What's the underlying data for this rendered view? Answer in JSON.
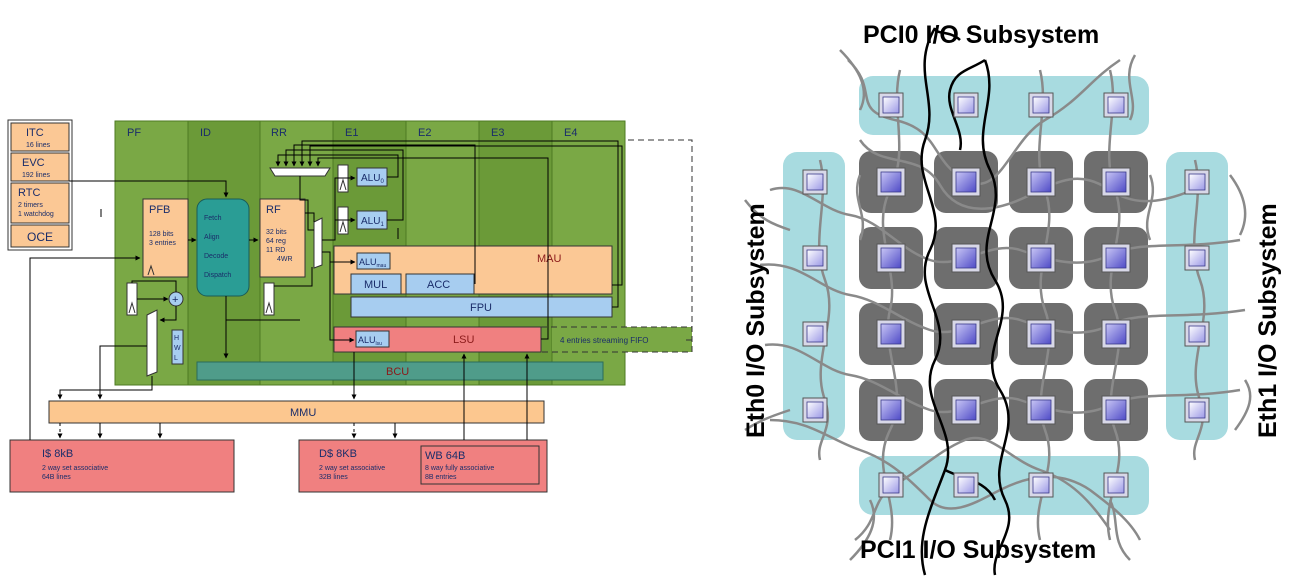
{
  "pipeline": {
    "stages": [
      "PF",
      "ID",
      "RR",
      "E1",
      "E2",
      "E3",
      "E4"
    ],
    "units": {
      "itc": {
        "name": "ITC",
        "sub": "16 lines"
      },
      "evc": {
        "name": "EVC",
        "sub": "192 lines"
      },
      "rtc": {
        "name": "RTC",
        "sub1": "2 timers",
        "sub2": "1 watchdog"
      },
      "oce": {
        "name": "OCE"
      }
    },
    "pfb": {
      "name": "PFB",
      "l1": "128 bits",
      "l2": "3 entries"
    },
    "decode_block": [
      "Fetch",
      "Align",
      "Decode",
      "Dispatch"
    ],
    "rf": {
      "name": "RF",
      "l1": "32 bits",
      "l2": "64 reg",
      "l3": "11 RD",
      "l4": "4WR"
    },
    "alu0": {
      "main": "ALU",
      "sub": "0"
    },
    "alu1": {
      "main": "ALU",
      "sub": "1"
    },
    "alu_mau": {
      "main": "ALU",
      "sub": "mau"
    },
    "alu_lsu": {
      "main": "ALU",
      "sub": "lsu"
    },
    "mau": "MAU",
    "mul": "MUL",
    "acc": "ACC",
    "fpu": "FPU",
    "lsu": "LSU",
    "bcu": "BCU",
    "hwl": [
      "H",
      "W",
      "L"
    ],
    "plus": "+",
    "fifo_label": "4 entries streaming FIFO",
    "mmu": "MMU",
    "icache": {
      "name": "I$ 8kB",
      "l1": "2 way set associative",
      "l2": "64B lines"
    },
    "dcache": {
      "name": "D$ 8KB",
      "l1": "2 way set associative",
      "l2": "32B lines"
    },
    "wb": {
      "name": "WB 64B",
      "l1": "8 way fully associative",
      "l2": "8B entries"
    }
  },
  "noc": {
    "pci0": "PCI0 I/O Subsystem",
    "pci1": "PCI1 I/O Subsystem",
    "eth0": "Eth0 I/O Subsystem",
    "eth1": "Eth1 I/O Subsystem"
  },
  "colors": {
    "stage_dark": "#6b9a3c",
    "stage_light": "#79a845",
    "orange": "#fbc895",
    "teal": "#2a9d95",
    "blue": "#a7cdf0",
    "red": "#f08080",
    "mmu": "#fcc78f",
    "noc_io": "#a8dbe0",
    "noc_tile": "#6e6e6e",
    "noc_node": "#7b78dc"
  }
}
